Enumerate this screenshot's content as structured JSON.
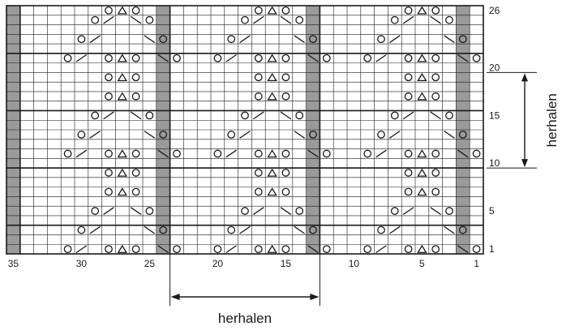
{
  "chart": {
    "stitches": 35,
    "rows": 26,
    "shade_color": "#9a9a9a",
    "shaded_columns": [
      35,
      24,
      13,
      2
    ],
    "major_line_columns": [
      34,
      23,
      12
    ],
    "major_line_rows": [
      3,
      9,
      15,
      21
    ],
    "bottom_labels": [
      "35",
      "30",
      "25",
      "20",
      "15",
      "10",
      "5",
      "1"
    ],
    "right_labels": [
      "26",
      "20",
      "15",
      "10",
      "5",
      "1"
    ],
    "row_repeat": {
      "label": "herhalen",
      "from_row": 10,
      "to_row": 19
    },
    "stitch_repeat": {
      "label": "herhalen",
      "from_col": 23,
      "to_col": 13
    },
    "motif": {
      "origin_col": 11,
      "symbols": [
        {
          "r": 1,
          "c": 9,
          "t": "yo"
        },
        {
          "r": 1,
          "c": 8,
          "t": "k2tog"
        },
        {
          "r": 1,
          "c": 6,
          "t": "yo"
        },
        {
          "r": 1,
          "c": 5,
          "t": "cdd"
        },
        {
          "r": 1,
          "c": 4,
          "t": "yo"
        },
        {
          "r": 1,
          "c": 2,
          "t": "ssk"
        },
        {
          "r": 1,
          "c": 1,
          "t": "yo"
        },
        {
          "r": 3,
          "c": 8,
          "t": "yo"
        },
        {
          "r": 3,
          "c": 7,
          "t": "k2tog"
        },
        {
          "r": 3,
          "c": 3,
          "t": "ssk"
        },
        {
          "r": 3,
          "c": 2,
          "t": "yo"
        },
        {
          "r": 5,
          "c": 7,
          "t": "yo"
        },
        {
          "r": 5,
          "c": 6,
          "t": "k2tog"
        },
        {
          "r": 5,
          "c": 4,
          "t": "ssk"
        },
        {
          "r": 5,
          "c": 3,
          "t": "yo"
        },
        {
          "r": 7,
          "c": 6,
          "t": "yo"
        },
        {
          "r": 7,
          "c": 5,
          "t": "cdd"
        },
        {
          "r": 7,
          "c": 4,
          "t": "yo"
        },
        {
          "r": 9,
          "c": 6,
          "t": "yo"
        },
        {
          "r": 9,
          "c": 5,
          "t": "cdd"
        },
        {
          "r": 9,
          "c": 4,
          "t": "yo"
        },
        {
          "r": 11,
          "c": 9,
          "t": "yo"
        },
        {
          "r": 11,
          "c": 8,
          "t": "k2tog"
        },
        {
          "r": 11,
          "c": 6,
          "t": "yo"
        },
        {
          "r": 11,
          "c": 5,
          "t": "cdd"
        },
        {
          "r": 11,
          "c": 4,
          "t": "yo"
        },
        {
          "r": 11,
          "c": 2,
          "t": "ssk"
        },
        {
          "r": 11,
          "c": 1,
          "t": "yo"
        },
        {
          "r": 13,
          "c": 8,
          "t": "yo"
        },
        {
          "r": 13,
          "c": 7,
          "t": "k2tog"
        },
        {
          "r": 13,
          "c": 3,
          "t": "ssk"
        },
        {
          "r": 13,
          "c": 2,
          "t": "yo"
        },
        {
          "r": 15,
          "c": 7,
          "t": "yo"
        },
        {
          "r": 15,
          "c": 6,
          "t": "k2tog"
        },
        {
          "r": 15,
          "c": 4,
          "t": "ssk"
        },
        {
          "r": 15,
          "c": 3,
          "t": "yo"
        },
        {
          "r": 17,
          "c": 6,
          "t": "yo"
        },
        {
          "r": 17,
          "c": 5,
          "t": "cdd"
        },
        {
          "r": 17,
          "c": 4,
          "t": "yo"
        },
        {
          "r": 19,
          "c": 6,
          "t": "yo"
        },
        {
          "r": 19,
          "c": 5,
          "t": "cdd"
        },
        {
          "r": 19,
          "c": 4,
          "t": "yo"
        },
        {
          "r": 21,
          "c": 9,
          "t": "yo"
        },
        {
          "r": 21,
          "c": 8,
          "t": "k2tog"
        },
        {
          "r": 21,
          "c": 6,
          "t": "yo"
        },
        {
          "r": 21,
          "c": 5,
          "t": "cdd"
        },
        {
          "r": 21,
          "c": 4,
          "t": "yo"
        },
        {
          "r": 21,
          "c": 2,
          "t": "ssk"
        },
        {
          "r": 21,
          "c": 1,
          "t": "yo"
        },
        {
          "r": 23,
          "c": 8,
          "t": "yo"
        },
        {
          "r": 23,
          "c": 7,
          "t": "k2tog"
        },
        {
          "r": 23,
          "c": 3,
          "t": "ssk"
        },
        {
          "r": 23,
          "c": 2,
          "t": "yo"
        },
        {
          "r": 25,
          "c": 7,
          "t": "yo"
        },
        {
          "r": 25,
          "c": 6,
          "t": "k2tog"
        },
        {
          "r": 25,
          "c": 4,
          "t": "ssk"
        },
        {
          "r": 25,
          "c": 3,
          "t": "yo"
        },
        {
          "r": 26,
          "c": 6,
          "t": "yo"
        },
        {
          "r": 26,
          "c": 5,
          "t": "cdd"
        },
        {
          "r": 26,
          "c": 4,
          "t": "yo"
        }
      ]
    }
  }
}
